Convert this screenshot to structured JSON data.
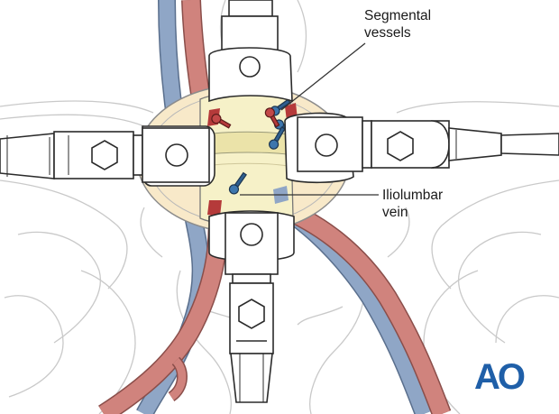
{
  "labels": {
    "segmental": [
      "Segmental",
      "vessels"
    ],
    "iliolumbar": [
      "Iliolumbar",
      "vein"
    ]
  },
  "logo": {
    "text": "AO",
    "color": "#1f5fa8"
  },
  "colors": {
    "artery": "#d0837d",
    "vein": "#8fa6c6",
    "vertebra": "#f6f1c8",
    "screw_blue": "#2f5f8f",
    "screw_red": "#b53a3a",
    "outline": "#2b2b2b",
    "background_lines": "#c9c9c9"
  },
  "icons": [
    "hex-screw-icon",
    "round-screw-icon"
  ]
}
